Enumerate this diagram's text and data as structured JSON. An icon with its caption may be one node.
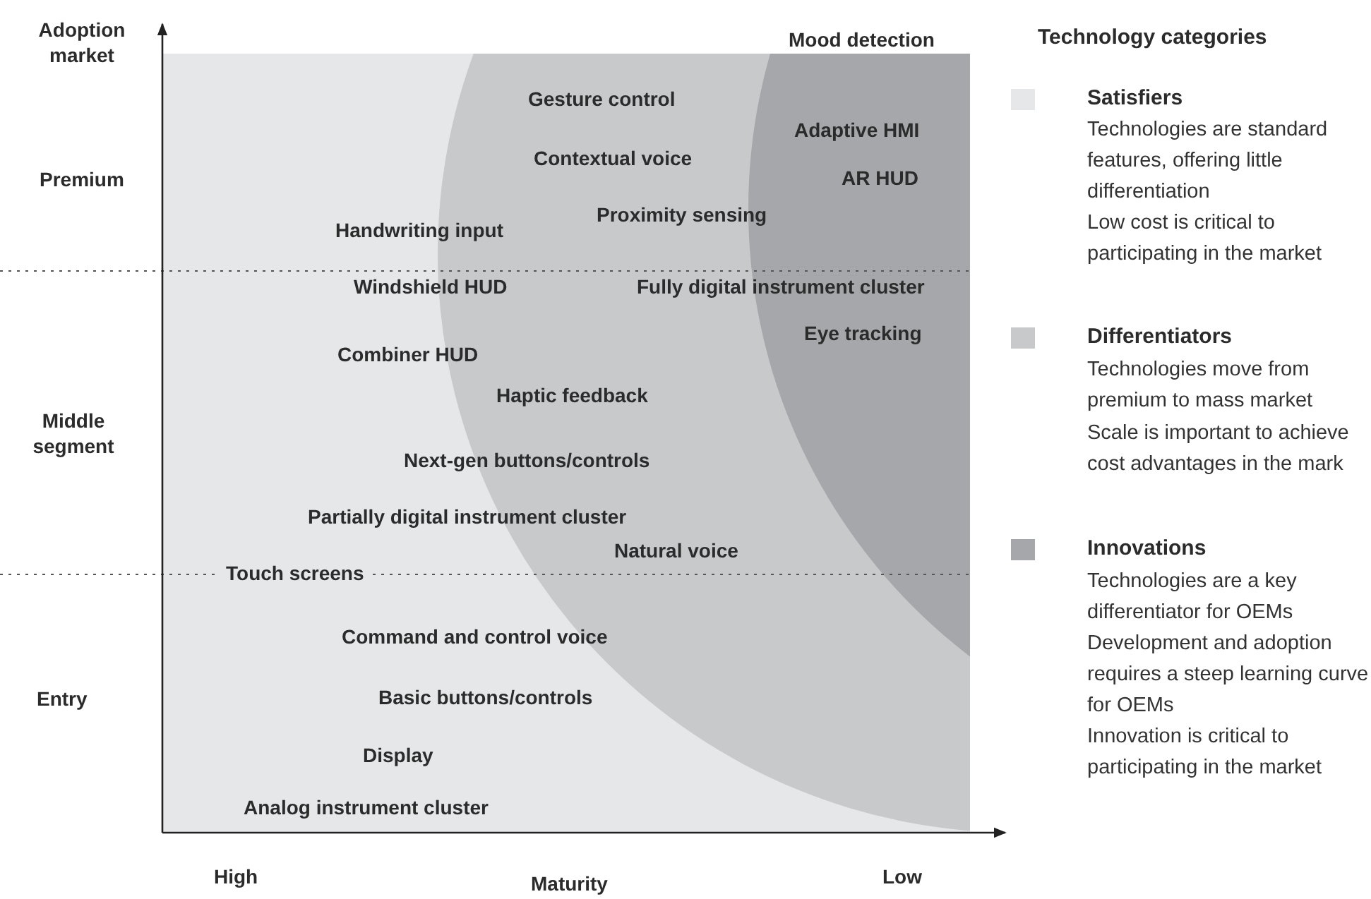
{
  "diagram": {
    "labels": [
      "Adoption market",
      "Mood detection",
      "Technology categories",
      "Gesture control",
      "Adaptive HMI",
      "Contextual voice",
      "Premium",
      "AR HUD",
      "Proximity sensing",
      "Handwriting input",
      "Windshield HUD",
      "Fully digital instrument cluster",
      "Eye tracking",
      "Combiner HUD",
      "Haptic feedback",
      "Middle segment",
      "Next-gen buttons/controls",
      "Partially digital instrument cluster",
      "Natural voice",
      "Touch screens",
      "Command and control voice",
      "Entry",
      "Basic buttons/controls",
      "Display",
      "Analog instrument cluster",
      "High",
      "Maturity",
      "Low",
      "Technologies are standard features, offering little differentiation",
      "Low cost is critical to participating in the market",
      "Technologies move from premium to mass market",
      "Scale is important to achieve cost advantages in the mark",
      "Technologies are a key differentiator for OEMs",
      "Development and adoption requires a steep learning curve for OEMs",
      "Innovation is critical to participating in the market"
    ],
    "legend": [
      {
        "text": "Satisfiers",
        "color": "#e6e7e8"
      },
      {
        "text": "Differentiators",
        "color": "#c8c9cb"
      },
      {
        "text": "Innovations",
        "color": "#a6a7aa"
      }
    ]
  }
}
